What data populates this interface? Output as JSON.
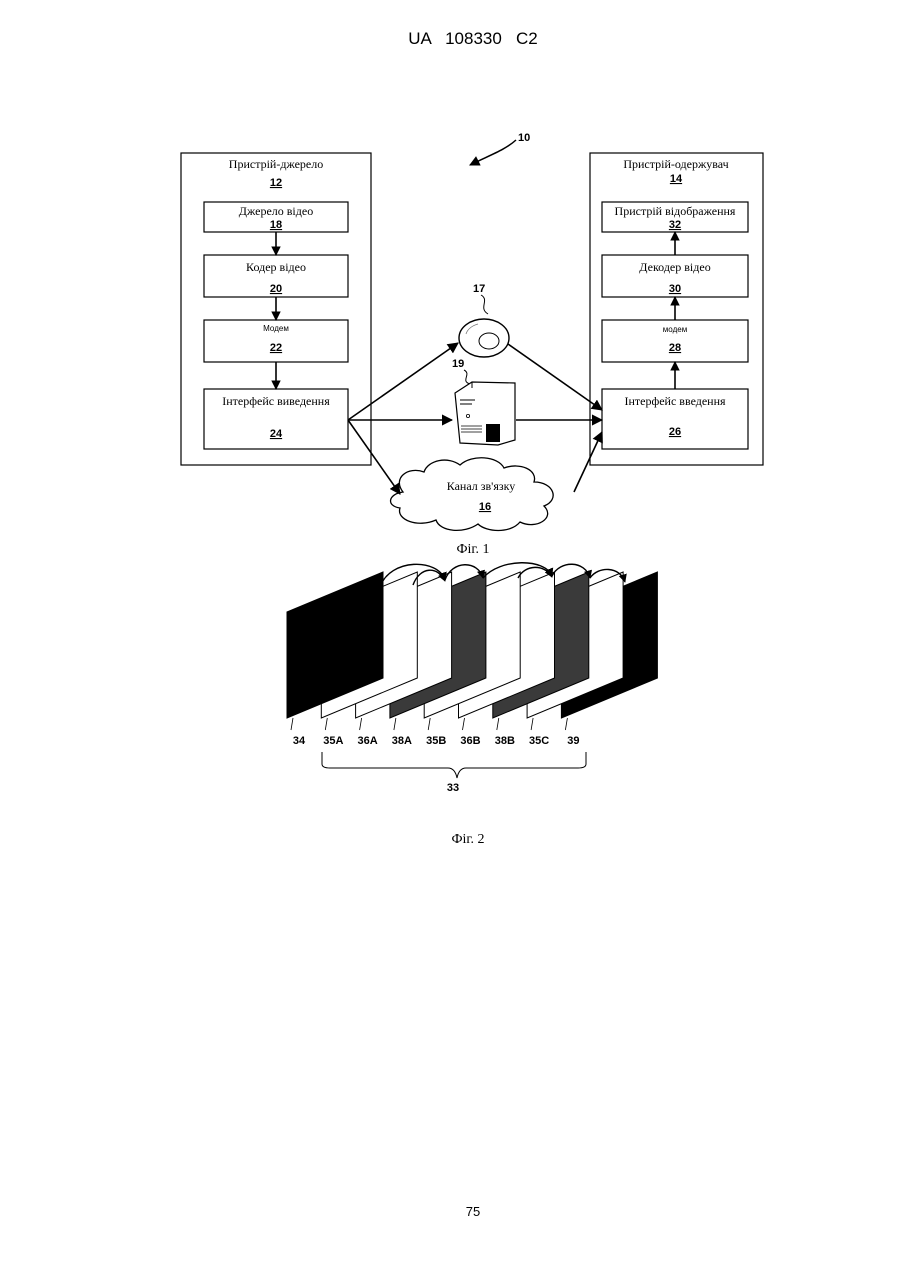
{
  "header": {
    "patent_id": "UA   108330   C2"
  },
  "fig1": {
    "system_ref": "10",
    "source": {
      "title": "Пристрій-джерело",
      "ref": "12",
      "blocks": [
        {
          "label": "Джерело відео",
          "ref": "18"
        },
        {
          "label": "Кодер відео",
          "ref": "20"
        },
        {
          "label": "Модем",
          "ref": "22"
        },
        {
          "label": "Інтерфейс виведення",
          "ref": "24"
        }
      ]
    },
    "destination": {
      "title": "Пристрій-одержувач",
      "ref": "14",
      "blocks": [
        {
          "label": "Пристрій відображення",
          "ref": "32"
        },
        {
          "label": "Декодер відео",
          "ref": "30"
        },
        {
          "label": "модем",
          "ref": "28"
        },
        {
          "label": "Інтерфейс введення",
          "ref": "26"
        }
      ]
    },
    "storage_medium_ref": "17",
    "file_server_ref": "19",
    "channel": {
      "label": "Канал зв'язку",
      "ref": "16"
    },
    "caption": "Фіг. 1"
  },
  "fig2": {
    "frames": [
      {
        "label": "34",
        "fill": "#000000"
      },
      {
        "label": "35A",
        "fill": "#ffffff"
      },
      {
        "label": "36A",
        "fill": "#ffffff"
      },
      {
        "label": "38A",
        "fill": "#3a3a3a"
      },
      {
        "label": "35B",
        "fill": "#ffffff"
      },
      {
        "label": "36B",
        "fill": "#ffffff"
      },
      {
        "label": "38B",
        "fill": "#3a3a3a"
      },
      {
        "label": "35C",
        "fill": "#ffffff"
      },
      {
        "label": "39",
        "fill": "#000000"
      }
    ],
    "group_ref": "33",
    "caption": "Фіг. 2"
  },
  "footer": {
    "page_number": "75"
  }
}
